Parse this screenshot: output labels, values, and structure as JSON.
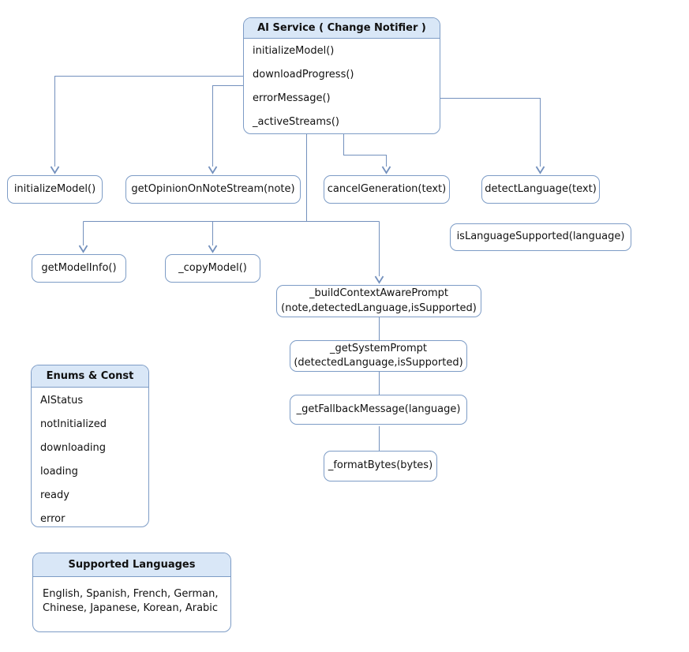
{
  "diagram": {
    "main_class": {
      "title": "AI Service ( Change Notifier )",
      "methods": [
        "initializeModel()",
        "downloadProgress()",
        "errorMessage()",
        "_activeStreams()"
      ]
    },
    "nodes": {
      "initialize_model": {
        "label": "initializeModel()"
      },
      "get_opinion_on_note_stream": {
        "label": "getOpinionOnNoteStream(note)"
      },
      "cancel_generation": {
        "label": "cancelGeneration(text)"
      },
      "detect_language": {
        "label": "detectLanguage(text)"
      },
      "is_language_supported": {
        "label": "isLanguageSupported(language)"
      },
      "get_model_info": {
        "label": "getModelInfo()"
      },
      "copy_model": {
        "label": "_copyModel()"
      },
      "build_context_aware_prompt": {
        "line1": "_buildContextAwarePrompt",
        "line2": "(note,detectedLanguage,isSupported)"
      },
      "get_system_prompt": {
        "line1": "_getSystemPrompt",
        "line2": "(detectedLanguage,isSupported)"
      },
      "get_fallback_message": {
        "label": "_getFallbackMessage(language)"
      },
      "format_bytes": {
        "label": "_formatBytes(bytes)"
      }
    },
    "enums_box": {
      "title": "Enums & Const",
      "items": [
        "AIStatus",
        "notInitialized",
        "downloading",
        "loading",
        "ready",
        "error"
      ]
    },
    "languages_box": {
      "title": "Supported Languages",
      "text": "English, Spanish, French, German, Chinese, Japanese, Korean, Arabic"
    },
    "colors": {
      "node_border": "#7d9cc6",
      "header_fill": "#d9e7f7",
      "connector": "#7390bd"
    }
  }
}
